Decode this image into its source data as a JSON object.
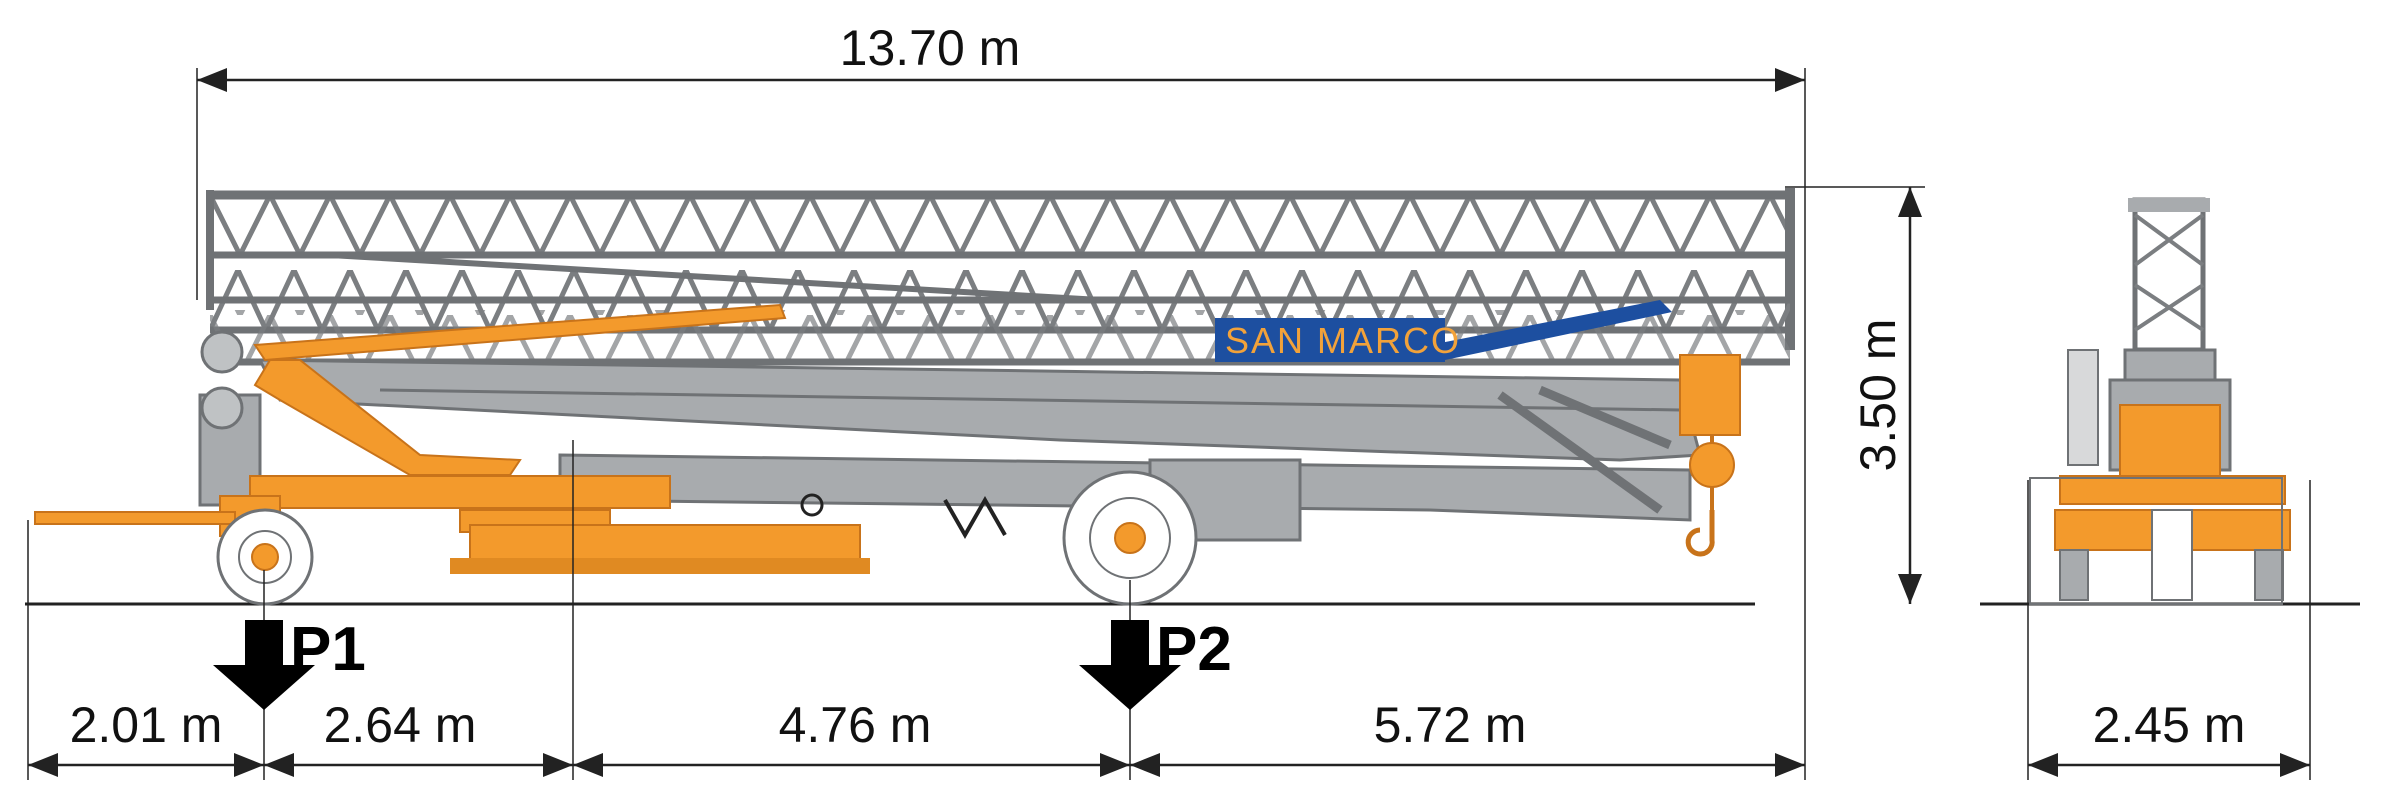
{
  "dimensions": {
    "overall_length": "13.70 m",
    "height": "3.50 m",
    "seg_1": "2.01 m",
    "seg_2": "2.64 m",
    "seg_3": "4.76 m",
    "seg_4": "5.72 m",
    "width": "2.45 m"
  },
  "loads": {
    "p1": "P1",
    "p2": "P2"
  },
  "logo": "SAN MARCO",
  "colors": {
    "frame": "#a8abae",
    "frame_dark": "#6f7275",
    "orange": "#f39a2c",
    "orange_dark": "#c8731a",
    "blue": "#1d4fa0",
    "line": "#222222"
  }
}
